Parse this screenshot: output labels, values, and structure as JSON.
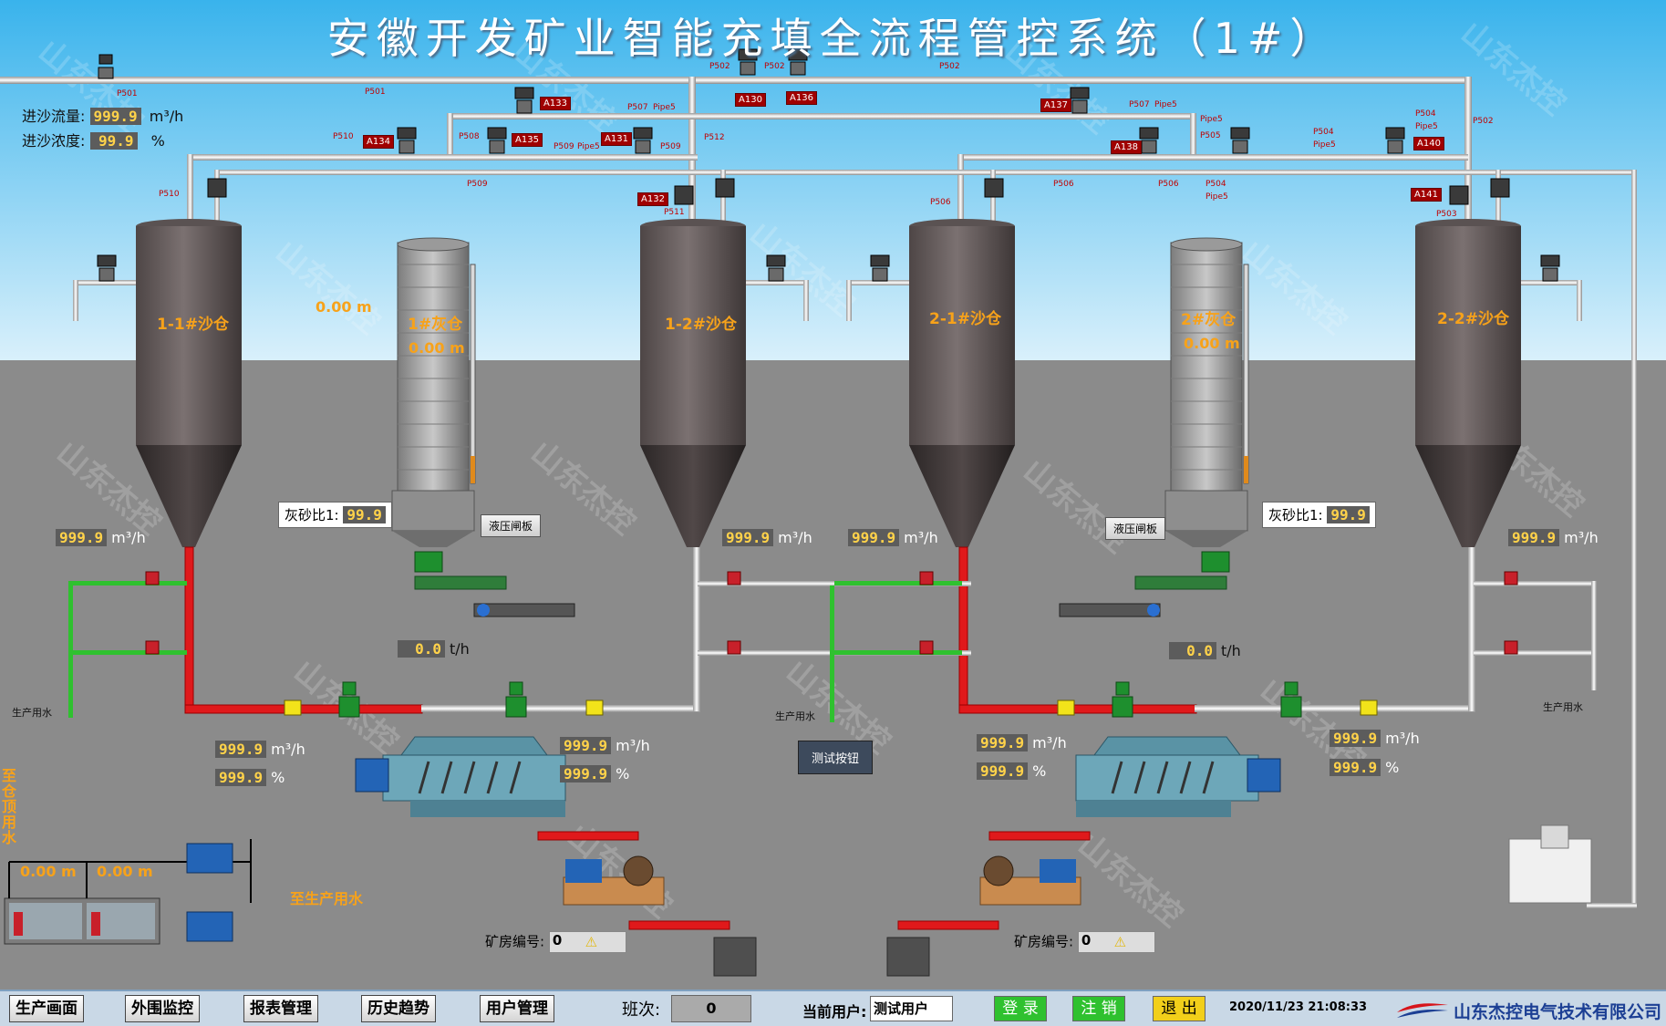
{
  "title": "安徽开发矿业智能充填全流程管控系统（1#）",
  "inflow": {
    "flow_label": "进沙流量:",
    "flow_value": "999.9",
    "flow_unit": "m³/h",
    "density_label": "进沙浓度:",
    "density_value": "99.9",
    "density_unit": "%"
  },
  "silos": {
    "s11": {
      "name": "1-1#沙仓"
    },
    "s12": {
      "name": "1-2#沙仓"
    },
    "s21": {
      "name": "2-1#沙仓"
    },
    "s22": {
      "name": "2-2#沙仓"
    },
    "ash1": {
      "name": "1#灰仓",
      "level": "0.00  m",
      "side_level": "0.00  m"
    },
    "ash2": {
      "name": "2#灰仓",
      "level": "0.00  m"
    }
  },
  "ratios": {
    "r1": {
      "label": "灰砂比1:",
      "value": "99.9"
    },
    "r2": {
      "label": "灰砂比1:",
      "value": "99.9"
    }
  },
  "gate_buttons": {
    "g1": "液压闸板",
    "g2": "液压闸板"
  },
  "readings": {
    "s11_flow": {
      "value": "999.9",
      "unit": "m³/h"
    },
    "s12_flow": {
      "value": "999.9",
      "unit": "m³/h"
    },
    "s21_flow": {
      "value": "999.9",
      "unit": "m³/h"
    },
    "s22_flow": {
      "value": "999.9",
      "unit": "m³/h"
    },
    "ash1_tph": {
      "value": "0.0",
      "unit": "t/h"
    },
    "ash2_tph": {
      "value": "0.0",
      "unit": "t/h"
    },
    "m1_flow": {
      "value": "999.9",
      "unit": "m³/h"
    },
    "m1_pct": {
      "value": "999.9",
      "unit": "%"
    },
    "m2_flow": {
      "value": "999.9",
      "unit": "m³/h"
    },
    "m2_pct": {
      "value": "999.9",
      "unit": "%"
    },
    "m3_flow": {
      "value": "999.9",
      "unit": "m³/h"
    },
    "m3_pct": {
      "value": "999.9",
      "unit": "%"
    },
    "m4_flow": {
      "value": "999.9",
      "unit": "m³/h"
    },
    "m4_pct": {
      "value": "999.9",
      "unit": "%"
    }
  },
  "water_labels": {
    "w1": "生产用水",
    "w2": "生产用水",
    "w3": "生产用水"
  },
  "test_button": "测试按钮",
  "tanks": {
    "vertical_label": "至仓顶用水",
    "left_level": "0.00  m",
    "right_level": "0.00  m",
    "to_production": "至生产用水"
  },
  "mine": {
    "m1": {
      "label": "矿房编号:",
      "value": "0"
    },
    "m2": {
      "label": "矿房编号:",
      "value": "0"
    }
  },
  "pipe_tags": [
    "P501",
    "P501",
    "P502",
    "P502",
    "P502",
    "P502",
    "P507",
    "Pipe5",
    "P507",
    "Pipe5",
    "P510",
    "P508",
    "P509",
    "Pipe5",
    "P509",
    "P512",
    "Pipe5",
    "P505",
    "P504",
    "Pipe5",
    "P504",
    "Pipe5",
    "P510",
    "P509",
    "P511",
    "P506",
    "P506",
    "P506",
    "P504",
    "Pipe5",
    "P503"
  ],
  "valve_tags": [
    "A133",
    "A130",
    "A136",
    "A137",
    "A134",
    "A135",
    "A131",
    "A138",
    "A140",
    "A132",
    "A141"
  ],
  "nav": {
    "production": "生产画面",
    "peripheral": "外围监控",
    "reports": "报表管理",
    "history": "历史趋势",
    "users": "用户管理",
    "shift_label": "班次:",
    "shift_value": "0",
    "current_user_label": "当前用户:",
    "current_user": "测试用户",
    "login": "登 录",
    "logout": "注 销",
    "exit": "退 出",
    "datetime": "2020/11/23 21:08:33",
    "company": "山东杰控电气技术有限公司"
  },
  "watermark": "山东杰控",
  "colors": {
    "sky": "#3ab6ee",
    "ground": "#8a8a8a",
    "value_text": "#ffd24a",
    "silo_label": "#f7a21a",
    "slurry_pipe": "#e0191b",
    "water_pipe": "#2fc12f"
  }
}
